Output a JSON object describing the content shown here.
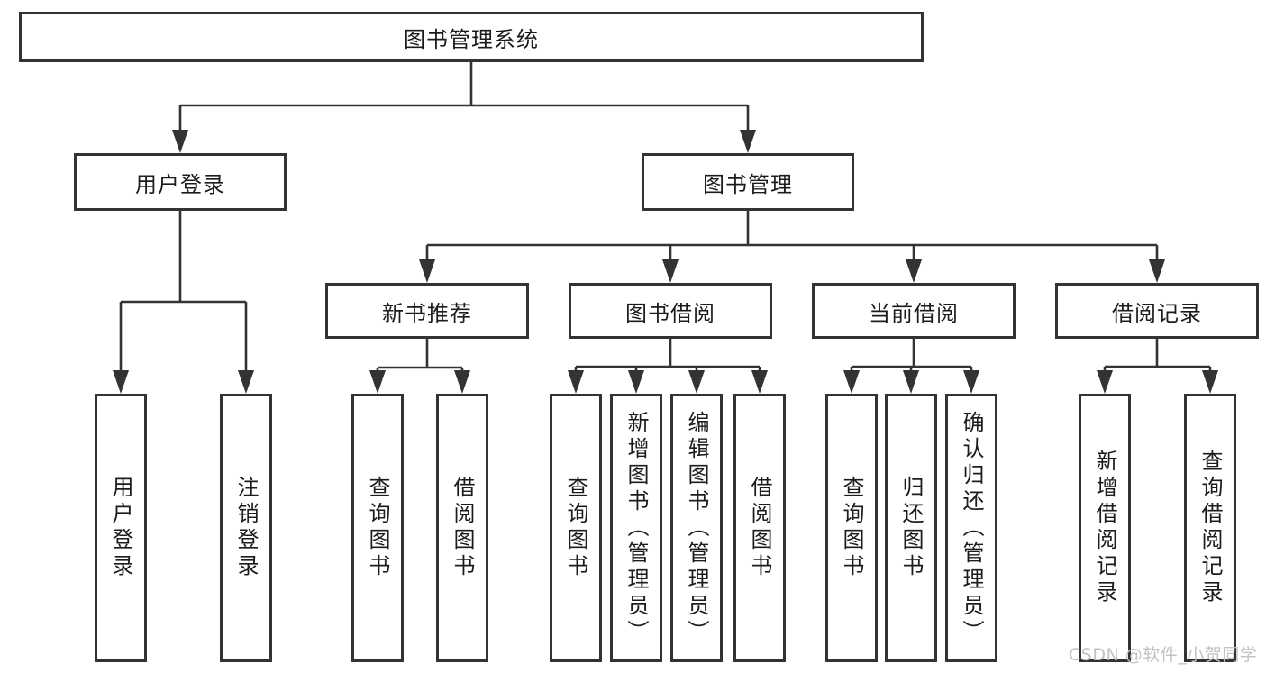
{
  "title": "图书管理系统",
  "colors": {
    "line": "#333333",
    "text": "#1c1c1c",
    "watermark": "#c2c2c2",
    "background": "#ffffff"
  },
  "watermark": "CSDN @软件_小贺同学",
  "nodes": {
    "root": {
      "label": "图书管理系统"
    },
    "userLogin": {
      "label": "用户登录"
    },
    "bookMgmt": {
      "label": "图书管理"
    },
    "newBookRec": {
      "label": "新书推荐"
    },
    "bookBorrow": {
      "label": "图书借阅"
    },
    "currentBorrow": {
      "label": "当前借阅"
    },
    "borrowRecord": {
      "label": "借阅记录"
    },
    "leafUserLogin": {
      "label": "用户登录"
    },
    "leafLogout": {
      "label": "注销登录"
    },
    "nbQuery": {
      "label": "查询图书"
    },
    "nbBorrow": {
      "label": "借阅图书"
    },
    "bbQuery": {
      "label": "查询图书"
    },
    "bbAdd": {
      "label": "新增图书（管理员）"
    },
    "bbEdit": {
      "label": "编辑图书（管理员）"
    },
    "bbBorrow": {
      "label": "借阅图书"
    },
    "cbQuery": {
      "label": "查询图书"
    },
    "cbReturn": {
      "label": "归还图书"
    },
    "cbConfirm": {
      "label": "确认归还（管理员）"
    },
    "brAdd": {
      "label": "新增借阅记录"
    },
    "brQuery": {
      "label": "查询借阅记录"
    }
  },
  "tree": {
    "图书管理系统": {
      "用户登录": [
        "用户登录",
        "注销登录"
      ],
      "图书管理": {
        "新书推荐": [
          "查询图书",
          "借阅图书"
        ],
        "图书借阅": [
          "查询图书",
          "新增图书（管理员）",
          "编辑图书（管理员）",
          "借阅图书"
        ],
        "当前借阅": [
          "查询图书",
          "归还图书",
          "确认归还（管理员）"
        ],
        "借阅记录": [
          "新增借阅记录",
          "查询借阅记录"
        ]
      }
    }
  }
}
